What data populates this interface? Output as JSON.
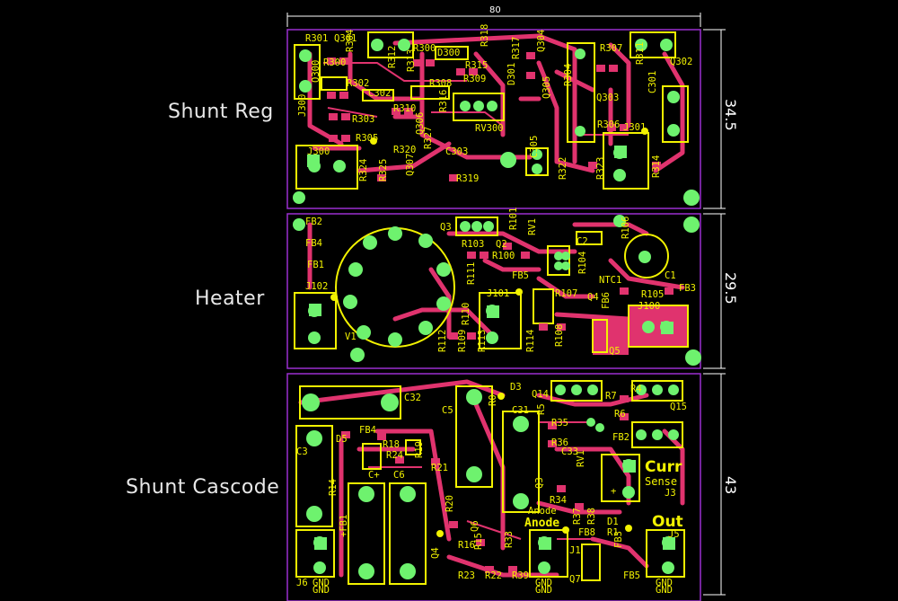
{
  "sections": {
    "shunt_reg": "Shunt Reg",
    "heater": "Heater",
    "shunt_cascode": "Shunt Cascode"
  },
  "dimensions": {
    "width": "80",
    "shunt_reg_height": "34.5",
    "heater_height": "29.5",
    "cascode_height": "43"
  },
  "colors": {
    "background": "#000000",
    "board_outline": "#9a2fd0",
    "trace": "#e0336e",
    "silkscreen": "#f2f200",
    "pad": "#6ef26e"
  },
  "labels": {
    "shunt_reg": [
      "R301",
      "Q301",
      "R300",
      "R304",
      "Q300",
      "R312",
      "R313",
      "R300",
      "D300",
      "R318",
      "R315",
      "R317",
      "Q304",
      "R307",
      "R311",
      "Q302",
      "R302",
      "C302",
      "R308",
      "R309",
      "D301",
      "R304",
      "Q303",
      "C301",
      "R303",
      "R310",
      "R316",
      "RV300",
      "Q305",
      "R306",
      "J301",
      "J300",
      "R305",
      "R320",
      "Q306",
      "C303",
      "R327",
      "C305",
      "J300",
      "R324",
      "R325",
      "Q307",
      "R319",
      "R322",
      "R323",
      "R314"
    ],
    "heater": [
      "FB2",
      "FB4",
      "FB1",
      "J102",
      "V1",
      "Q3",
      "R101",
      "RV1",
      "R103",
      "Q2",
      "R106",
      "R100",
      "C2",
      "FB5",
      "R111",
      "R104",
      "C1",
      "J101",
      "R107",
      "NTC1",
      "Q4",
      "R105",
      "FB3",
      "R110",
      "FB6",
      "J100",
      "R112",
      "R109",
      "R113",
      "R114",
      "R108",
      "Q5"
    ],
    "cascode": [
      "C32",
      "D3",
      "Q14",
      "R4",
      "C5",
      "R0",
      "C31",
      "R5",
      "R7",
      "R6",
      "Q15",
      "FB4",
      "D5",
      "R18",
      "R35",
      "FB2",
      "R24",
      "R19",
      "R36",
      "RV1",
      "C3",
      "R21",
      "C33",
      "R14",
      "C+",
      "C6",
      "Q3",
      "+",
      "R34",
      "+FB1",
      "R20",
      "R37",
      "R38",
      "D1",
      "Q6",
      "Anode",
      "FB8",
      "R1",
      "J5",
      "R16",
      "R15",
      "J1",
      "FB3",
      "Q4",
      "R33",
      "R23",
      "R22",
      "R39",
      "Q7",
      "FB5",
      "J6",
      "GND",
      "GND",
      "GND"
    ],
    "curr_sense": "Curr",
    "sense": "Sense",
    "j3": "J3",
    "out": "Out",
    "anode": "Anode",
    "gnd": "GND"
  }
}
